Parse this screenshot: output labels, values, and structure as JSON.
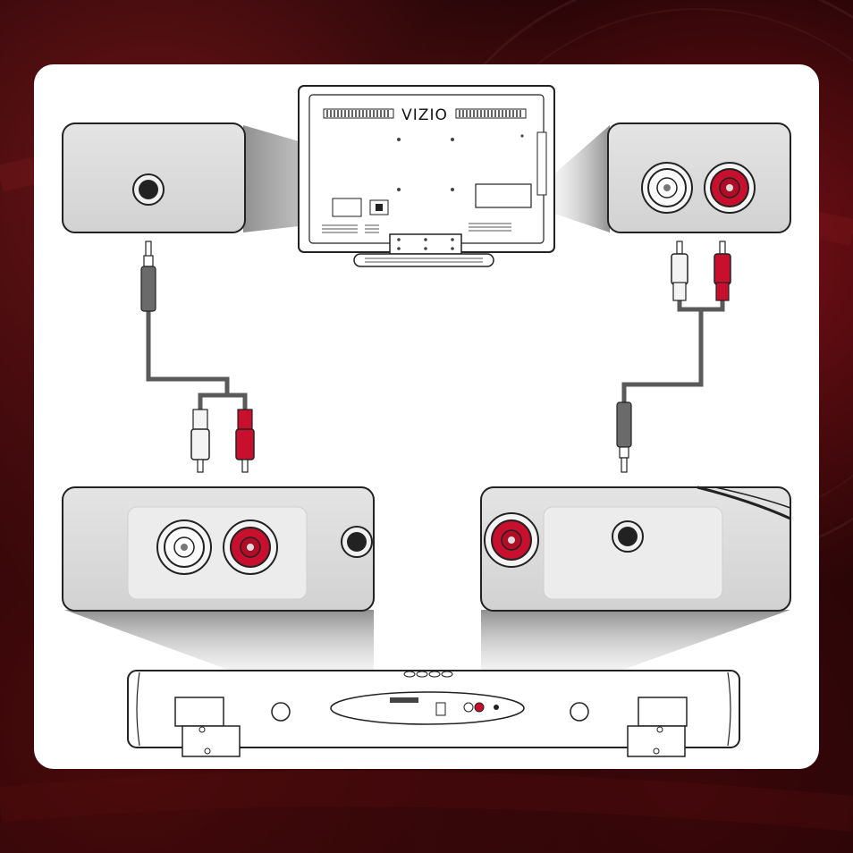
{
  "colors": {
    "background_dark": "#1c0405",
    "panel": "#ffffff",
    "callout_fill": "#dcdcdc",
    "plate_fill": "#ececec",
    "jack_red": "#c8102e",
    "jack_white": "#f2f2f2",
    "cable": "#555555",
    "outline": "#222222"
  },
  "tv": {
    "brand_logo": "VIZIO"
  },
  "components": [
    {
      "name": "tv-rear",
      "icon": "tv-back-icon"
    },
    {
      "name": "tv-headphone-output-callout",
      "icon": "headphone-jack-icon"
    },
    {
      "name": "tv-rca-output-callout",
      "icon": "rca-jack-pair-icon"
    },
    {
      "name": "cable-35mm-to-rca",
      "icon": "audio-cable-icon"
    },
    {
      "name": "cable-rca-to-35mm",
      "icon": "audio-cable-icon"
    },
    {
      "name": "soundbar-rca-input-callout",
      "icon": "rca-jack-pair-icon"
    },
    {
      "name": "soundbar-aux-input-callout",
      "icon": "headphone-jack-icon"
    },
    {
      "name": "soundbar-rear",
      "icon": "soundbar-icon"
    }
  ]
}
